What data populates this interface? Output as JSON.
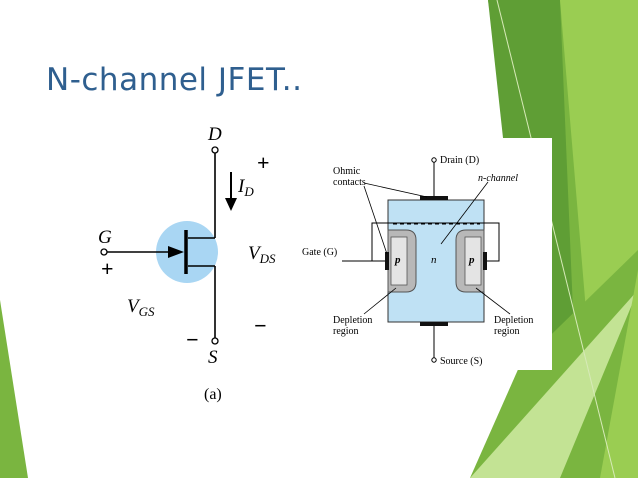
{
  "slide": {
    "title": "N-channel JFET..",
    "colors": {
      "title": "#2f5f8f",
      "green_dark": "#5f9e35",
      "green_mid": "#7ab540",
      "green_light": "#9acd52",
      "green_pale": "#c3e394",
      "channel_blue": "#bfe1f4",
      "circle_blue": "#a9d6f3",
      "depletion_gray": "#b8b8b8"
    }
  },
  "symbol": {
    "drain": "D",
    "gate": "G",
    "source": "S",
    "drain_current": "I",
    "drain_current_sub": "D",
    "vds": "V",
    "vds_sub": "DS",
    "vgs": "V",
    "vgs_sub": "GS",
    "plus_top": "+",
    "minus_bottom": "−",
    "plus_gate": "+",
    "minus_source": "−",
    "caption": "(a)"
  },
  "structure": {
    "drain": "Drain (D)",
    "gate": "Gate (G)",
    "source": "Source (S)",
    "ohmic_line1": "Ohmic",
    "ohmic_line2": "contacts",
    "n_channel": "n-channel",
    "n": "n",
    "p_left": "p",
    "p_right": "p",
    "depletion_left_1": "Depletion",
    "depletion_left_2": "region",
    "depletion_right_1": "Depletion",
    "depletion_right_2": "region"
  }
}
